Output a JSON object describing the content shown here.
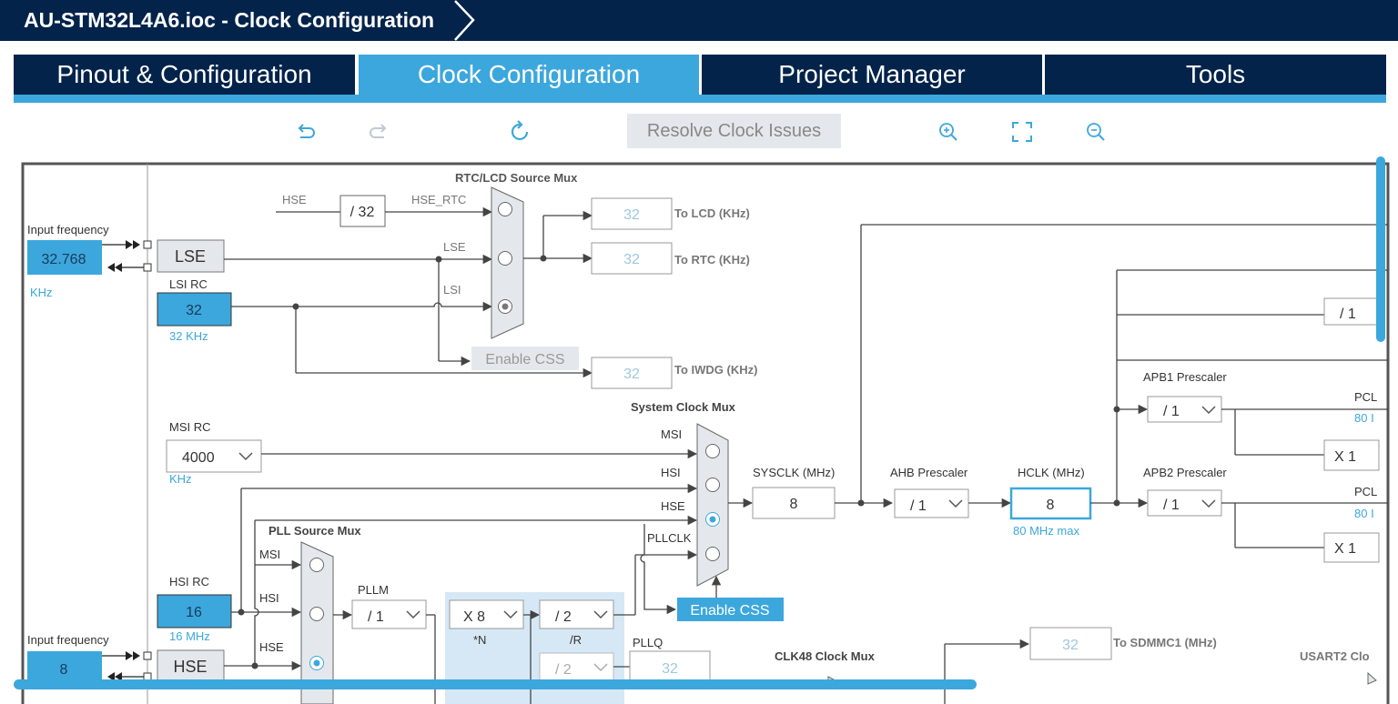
{
  "window": {
    "title": "AU-STM32L4A6.ioc - Clock Configuration"
  },
  "tabs": [
    {
      "label": "Pinout & Configuration"
    },
    {
      "label": "Clock Configuration"
    },
    {
      "label": "Project Manager"
    },
    {
      "label": "Tools"
    }
  ],
  "toolbar": {
    "undo_icon": "undo-icon",
    "redo_icon": "redo-icon",
    "reset_icon": "reset-icon",
    "resolve_label": "Resolve Clock Issues",
    "zoom_in_icon": "zoom-in-icon",
    "fit_icon": "fit-icon",
    "zoom_out_icon": "zoom-out-icon"
  },
  "clock": {
    "lse": {
      "input_label": "Input frequency",
      "input_value": "32.768",
      "unit": "KHz",
      "label": "LSE"
    },
    "lsi": {
      "title": "LSI RC",
      "value": "32",
      "unit_text": "32 KHz"
    },
    "rtc_mux": {
      "title": "RTC/LCD Source Mux",
      "hse_label": "HSE",
      "div_value": "/ 32",
      "hse_rtc_label": "HSE_RTC",
      "lse_label": "LSE",
      "lsi_label": "LSI",
      "enable_css": "Enable CSS"
    },
    "outputs": {
      "lcd_value": "32",
      "lcd_label": "To LCD (KHz)",
      "rtc_value": "32",
      "rtc_label": "To RTC (KHz)",
      "iwdg_value": "32",
      "iwdg_label": "To IWDG (KHz)"
    },
    "msi": {
      "title": "MSI RC",
      "value": "4000",
      "unit": "KHz"
    },
    "hsi": {
      "title": "HSI RC",
      "value": "16",
      "unit_text": "16 MHz"
    },
    "hse": {
      "input_label": "Input frequency",
      "input_value": "8",
      "label": "HSE"
    },
    "sys_mux": {
      "title": "System Clock Mux",
      "msi": "MSI",
      "hsi": "HSI",
      "hse": "HSE",
      "pllclk": "PLLCLK",
      "enable_css": "Enable CSS"
    },
    "pll_mux": {
      "title": "PLL Source Mux",
      "msi": "MSI",
      "hsi": "HSI",
      "hse": "HSE"
    },
    "pllm": {
      "label": "PLLM",
      "value": "/ 1"
    },
    "plln": {
      "value": "X 8",
      "label": "*N"
    },
    "pllr": {
      "value": "/ 2",
      "label": "/R"
    },
    "pllq": {
      "value": "/ 2",
      "label": "PLLQ",
      "output": "32"
    },
    "sysclk": {
      "label": "SYSCLK (MHz)",
      "value": "8"
    },
    "ahb": {
      "label": "AHB Prescaler",
      "value": "/ 1"
    },
    "hclk": {
      "label": "HCLK (MHz)",
      "value": "8",
      "max": "80 MHz max"
    },
    "apb1": {
      "label": "APB1 Prescaler",
      "value": "/ 1",
      "pcl": "PCL",
      "freq": "80 I",
      "x1": "X 1"
    },
    "apb2": {
      "label": "APB2 Prescaler",
      "value": "/ 1",
      "pcl": "PCL",
      "freq": "80 I",
      "x1": "X 1"
    },
    "top_div": "/ 1",
    "clk48": {
      "title": "CLK48 Clock Mux"
    },
    "sdmmc": {
      "value": "32",
      "label": "To SDMMC1 (MHz)"
    },
    "usart2": {
      "label": "USART2 Clo"
    }
  },
  "colors": {
    "navy": "#03234b",
    "accent": "#3ca7dc",
    "highlight": "#d6e8f5",
    "line": "#444444",
    "disabled_text": "#9ec7e0"
  }
}
